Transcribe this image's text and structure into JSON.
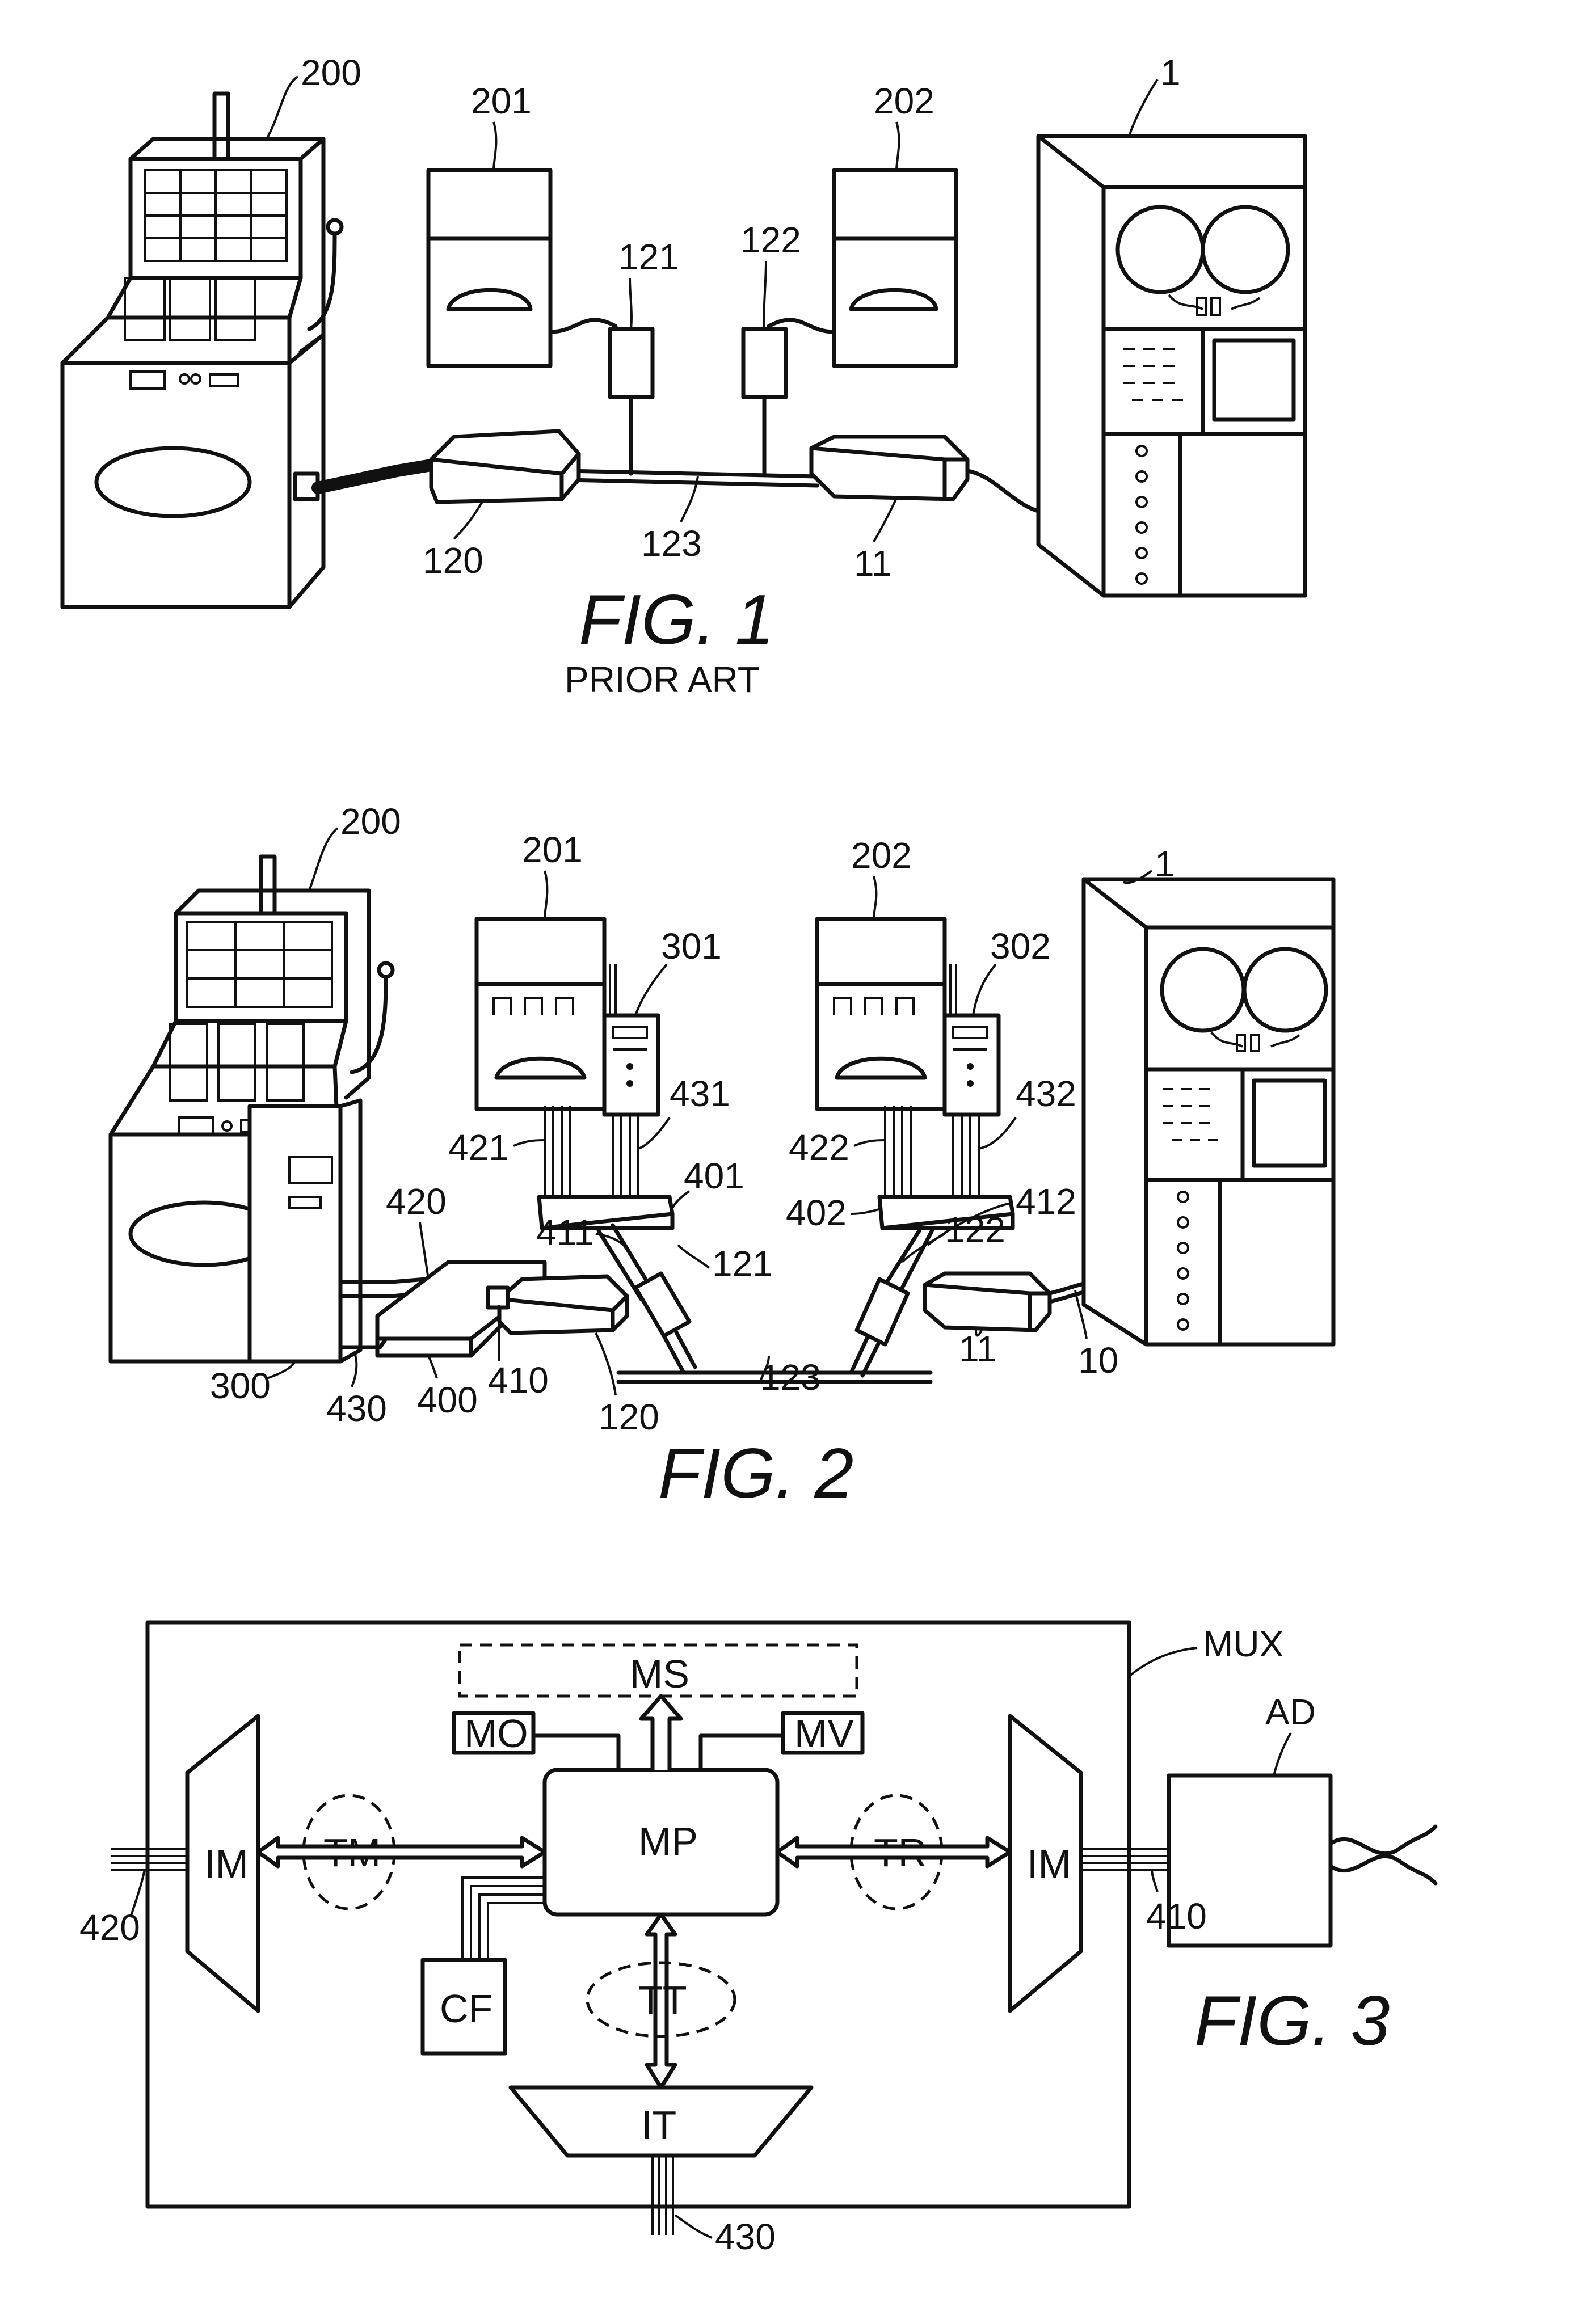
{
  "fig1": {
    "caption": "FIG. 1",
    "subcaption": "PRIOR ART",
    "refs": {
      "r200": "200",
      "r201": "201",
      "r202": "202",
      "r1": "1",
      "r121": "121",
      "r122": "122",
      "r120": "120",
      "r123": "123",
      "r11": "11"
    }
  },
  "fig2": {
    "caption": "FIG. 2",
    "refs": {
      "r200": "200",
      "r201": "201",
      "r202": "202",
      "r1": "1",
      "r301": "301",
      "r302": "302",
      "r431": "431",
      "r432": "432",
      "r421": "421",
      "r422": "422",
      "r401": "401",
      "r402": "402",
      "r411": "411",
      "r412": "412",
      "r121": "121",
      "r122": "122",
      "r420": "420",
      "r300": "300",
      "r430": "430",
      "r400": "400",
      "r410": "410",
      "r120": "120",
      "r123": "123",
      "r11": "11",
      "r10": "10"
    }
  },
  "fig3": {
    "caption": "FIG. 3",
    "blocks": {
      "ms": "MS",
      "mo": "MO",
      "mv": "MV",
      "mp": "MP",
      "im_left": "IM",
      "im_right": "IM",
      "tm": "TM",
      "tr": "TR",
      "tt": "TT",
      "cf": "CF",
      "it": "IT",
      "ad": "AD"
    },
    "refs": {
      "mux": "MUX",
      "r420": "420",
      "r410": "410",
      "r430": "430"
    }
  }
}
